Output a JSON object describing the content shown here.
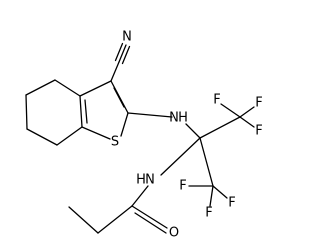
{
  "molecule": {
    "atoms": {
      "N_nitrile": "N",
      "S_ring": "S",
      "N_amine": "N",
      "H_amine": "H",
      "F1": "F",
      "F2": "F",
      "F3": "F",
      "F4": "F",
      "F5": "F",
      "F6": "F",
      "N_amide": "N",
      "H_amide": "H",
      "O_carbonyl": "O"
    }
  },
  "colors": {
    "bond": "#000000",
    "label": "#000000",
    "background": "#ffffff"
  }
}
